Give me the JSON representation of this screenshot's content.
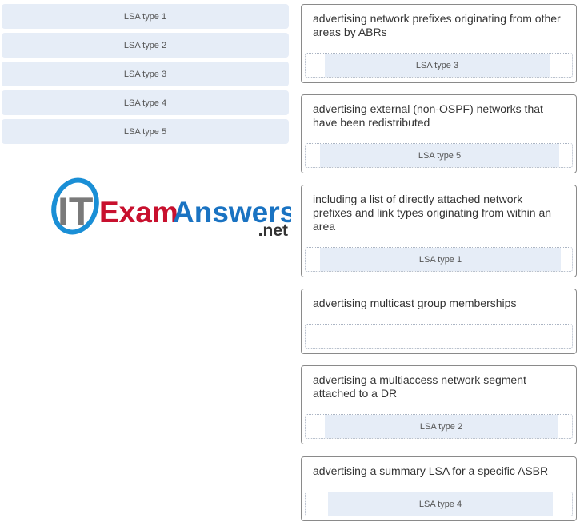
{
  "bank": {
    "items": [
      {
        "label": "LSA type 1"
      },
      {
        "label": "LSA type 2"
      },
      {
        "label": "LSA type 3"
      },
      {
        "label": "LSA type 4"
      },
      {
        "label": "LSA type 5"
      }
    ]
  },
  "logo": {
    "it": "IT",
    "exam": "Exam",
    "answers": "Answers",
    "net": ".net",
    "colors": {
      "ring": "#1a8fd6",
      "it": "#7a7a7a",
      "exam": "#c8102e",
      "answers": "#1a73c2"
    }
  },
  "targets": [
    {
      "description": "advertising network prefixes originating from other areas by ABRs",
      "answer": "LSA type 3"
    },
    {
      "description": "advertising external (non-OSPF) networks that have been redistributed",
      "answer": "LSA type 5"
    },
    {
      "description": "including a list of directly attached network prefixes and link types originating from within an area",
      "answer": "LSA type 1"
    },
    {
      "description": "advertising multicast group memberships",
      "answer": ""
    },
    {
      "description": "advertising a multiaccess network segment attached to a DR",
      "answer": "LSA type 2"
    },
    {
      "description": "advertising a summary LSA for a specific ASBR",
      "answer": "LSA type 4"
    }
  ]
}
